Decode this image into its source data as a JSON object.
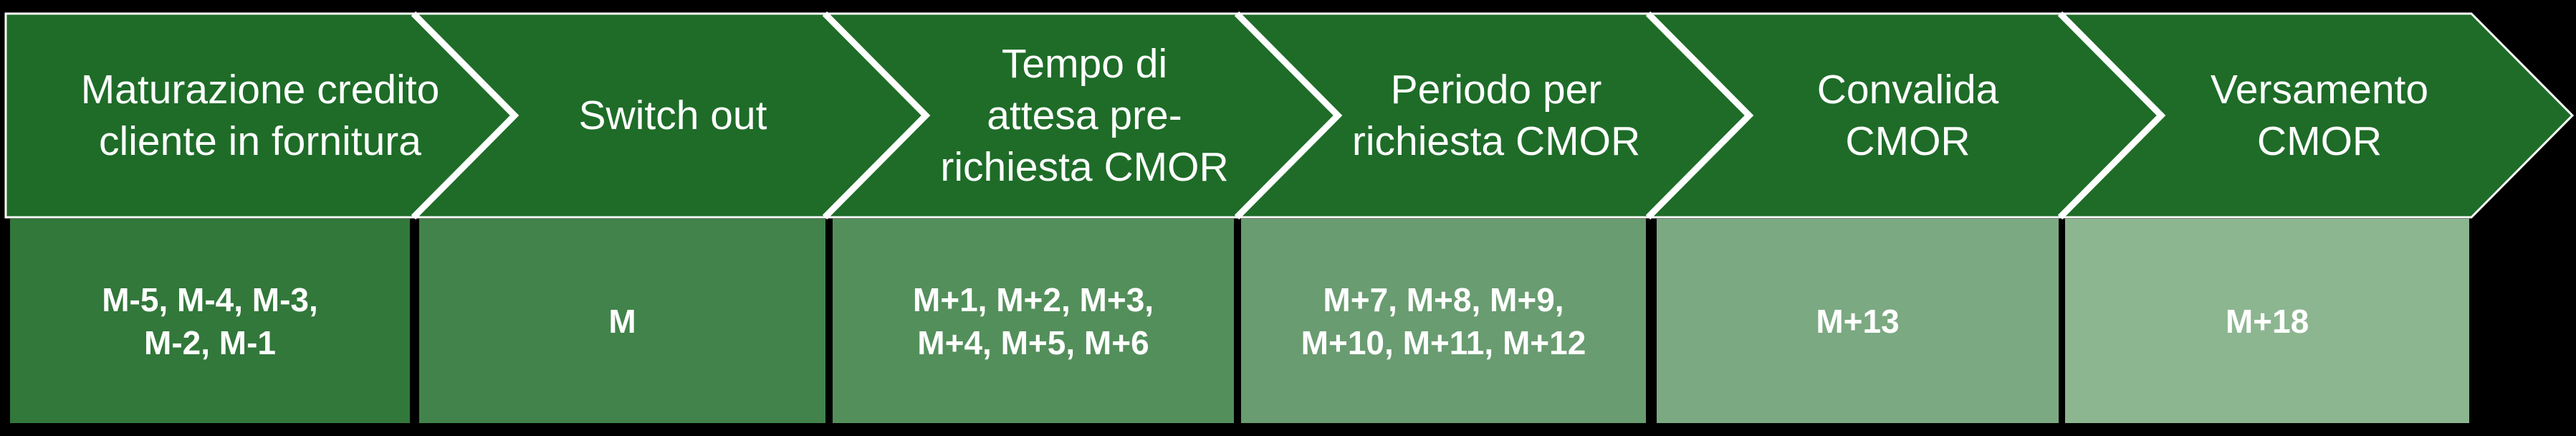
{
  "diagram": {
    "description": "CMOR process timeline with six chevron stages and month ranges",
    "colors": {
      "background": "#000000",
      "chevron_fill": "#1E6C28",
      "outline": "#FFFFFF",
      "text": "#FFFFFF"
    },
    "stages": [
      {
        "label": "Maturazione credito\ncliente in fornitura",
        "months": "M-5, M-4, M-3,\nM-2, M-1",
        "box_color": "#31783A"
      },
      {
        "label": "Switch out",
        "months": "M",
        "box_color": "#41834A"
      },
      {
        "label": "Tempo di\nattesa pre-\nrichiesta CMOR",
        "months": "M+1, M+2, M+3,\nM+4, M+5, M+6",
        "box_color": "#538F5B"
      },
      {
        "label": "Periodo per\nrichiesta CMOR",
        "months": "M+7, M+8, M+9,\nM+10, M+11, M+12",
        "box_color": "#699C70"
      },
      {
        "label": "Convalida\nCMOR",
        "months": "M+13",
        "box_color": "#7BA981"
      },
      {
        "label": "Versamento\nCMOR",
        "months": "M+18",
        "box_color": "#8CB690"
      }
    ]
  }
}
